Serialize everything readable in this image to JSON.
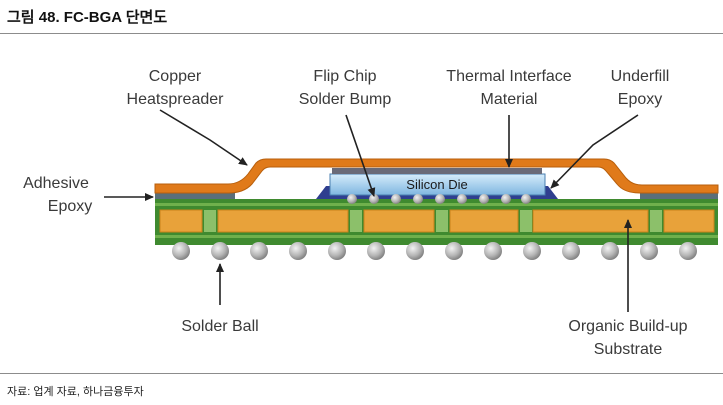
{
  "figure": {
    "title": "그림 48. FC-BGA 단면도",
    "source": "자료: 업계 자료, 하나금융투자"
  },
  "diagram": {
    "die_label": "Silicon Die",
    "labels": {
      "copper_heatspreader": [
        "Copper",
        "Heatspreader"
      ],
      "flip_chip_solder_bump": [
        "Flip Chip",
        "Solder Bump"
      ],
      "thermal_interface_material": [
        "Thermal Interface",
        "Material"
      ],
      "underfill_epoxy": [
        "Underfill",
        "Epoxy"
      ],
      "adhesive_epoxy": [
        "Adhesive",
        "Epoxy"
      ],
      "solder_ball": [
        "Solder Ball"
      ],
      "organic_substrate": [
        "Organic Build-up",
        "Substrate"
      ]
    },
    "colors": {
      "heatspreader": "#e07a1a",
      "substrate_core": "#e8a23a",
      "substrate_layer": "#3f8a2f",
      "via": "#8cc06a",
      "die": "#9ec9ea",
      "ball": "#a9a9a9",
      "arrow": "#222222"
    }
  }
}
